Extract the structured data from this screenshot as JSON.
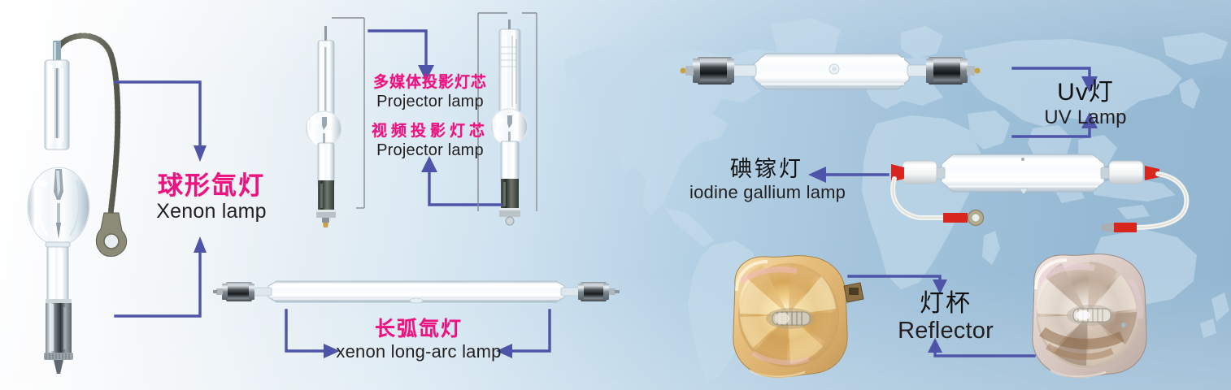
{
  "page": {
    "title": "Lamp product range infographic",
    "background": {
      "left_color": "#ffffff",
      "right_color": "#93b6d1",
      "map_color": "#c2daea"
    },
    "accent_colors": {
      "connector": "#4e54a8",
      "chinese_label": "#ec1280",
      "english_label": "#231f20"
    }
  },
  "labels": [
    {
      "id": "xenon-lamp",
      "chinese": "球形氙灯",
      "english": "Xenon lamp",
      "style": "pink"
    },
    {
      "id": "projector-lamp-multimedia",
      "chinese": "多媒体投影灯芯",
      "english": "Projector lamp",
      "style": "pink"
    },
    {
      "id": "projector-lamp-video",
      "chinese": "视频投影灯芯",
      "english": "Projector lamp",
      "style": "pink"
    },
    {
      "id": "xenon-long-arc-lamp",
      "chinese": "长弧氙灯",
      "english": "xenon long-arc lamp",
      "style": "pink"
    },
    {
      "id": "uv-lamp",
      "chinese": "Uv灯",
      "english": "UV Lamp",
      "style": "dark"
    },
    {
      "id": "iodine-gallium-lamp",
      "chinese": "碘镓灯",
      "english": "iodine gallium lamp",
      "style": "dark"
    },
    {
      "id": "reflector",
      "chinese": "灯杯",
      "english": "Reflector",
      "style": "dark"
    }
  ],
  "products": [
    {
      "id": "xenon-ball-lamp",
      "name": "球形氙灯 Xenon lamp",
      "position": "left"
    },
    {
      "id": "projector-lamp-left",
      "name": "多媒体投影灯芯 Projector lamp",
      "position": "center-top-left"
    },
    {
      "id": "projector-lamp-right",
      "name": "视频投影灯芯 Projector lamp",
      "position": "center-top-right"
    },
    {
      "id": "long-arc-xenon-lamp",
      "name": "长弧氙灯 xenon long-arc lamp",
      "position": "center-bottom"
    },
    {
      "id": "uv-lamp-tube",
      "name": "Uv灯 UV Lamp",
      "position": "right-top"
    },
    {
      "id": "iodine-gallium-tube",
      "name": "碘镓灯 iodine gallium lamp",
      "position": "right-middle"
    },
    {
      "id": "reflector-gold",
      "name": "灯杯 Reflector (gold)",
      "position": "right-bottom-left"
    },
    {
      "id": "reflector-silver",
      "name": "灯杯 Reflector (silver)",
      "position": "right-bottom-right"
    }
  ]
}
